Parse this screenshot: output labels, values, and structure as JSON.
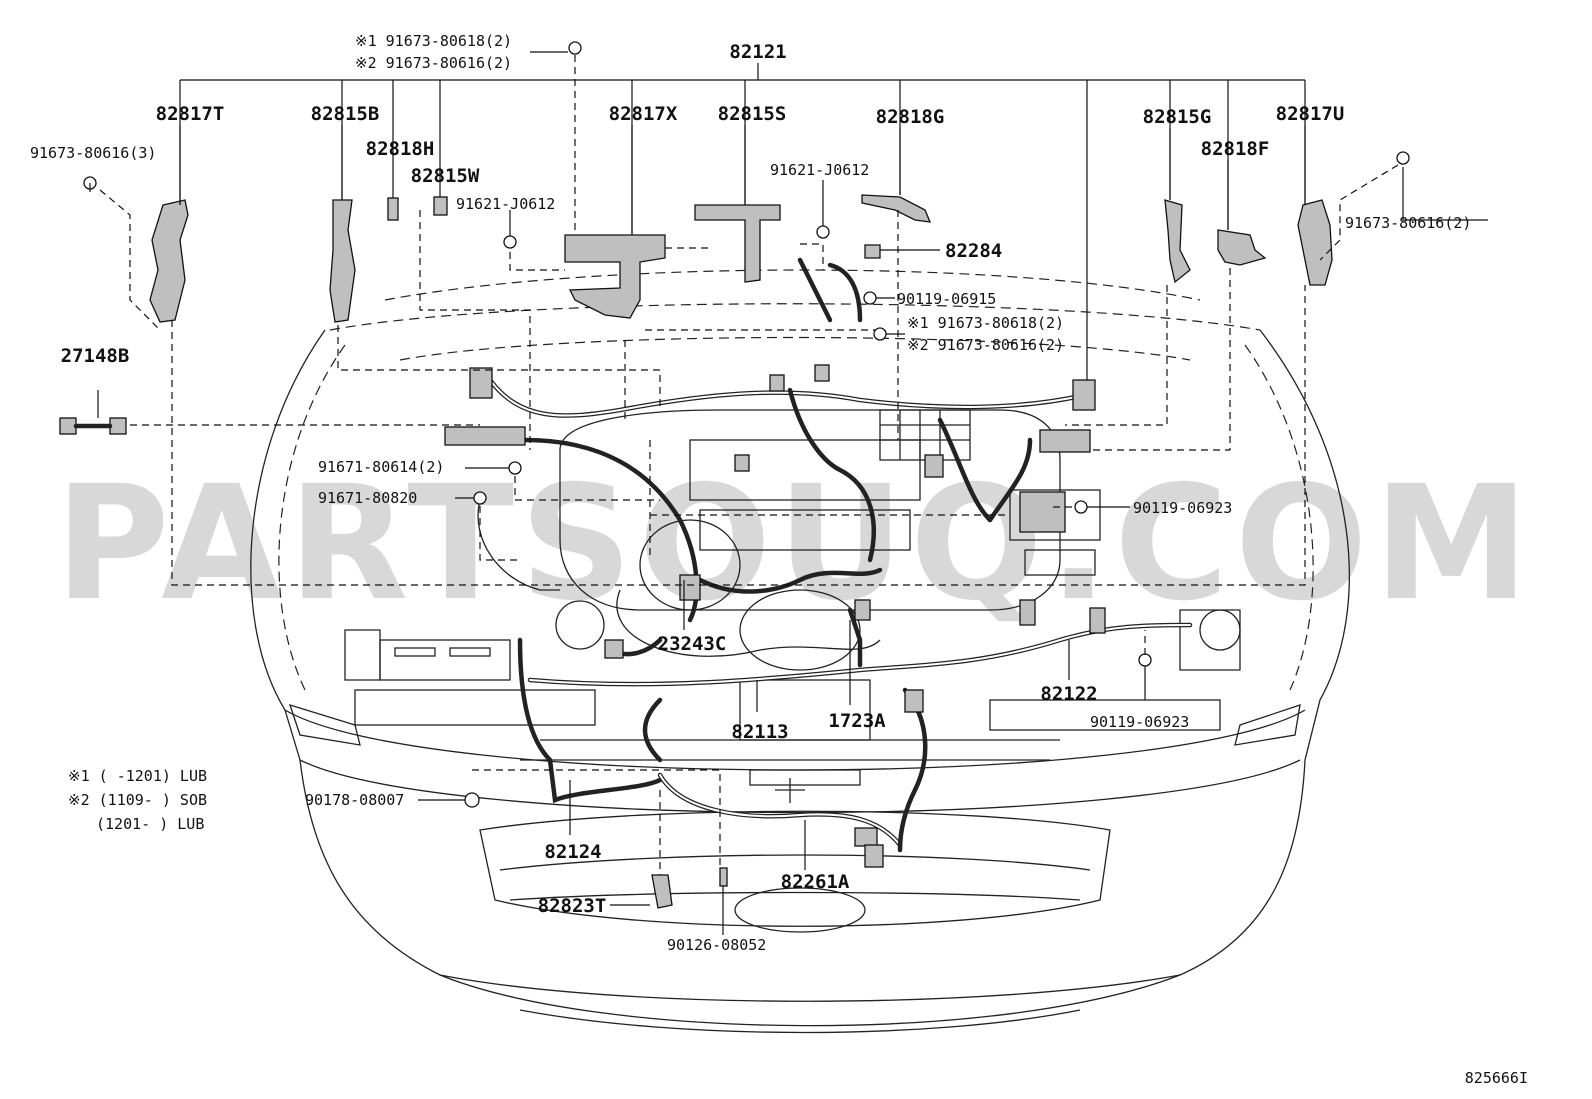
{
  "watermark": "PARTSOUQ.COM",
  "figure_id": "825666I",
  "labels": {
    "l82121": "82121",
    "l82817T": "82817T",
    "l82815B": "82815B",
    "l82818H": "82818H",
    "l82815W": "82815W",
    "l82817X": "82817X",
    "l82815S": "82815S",
    "l82818G": "82818G",
    "l82815G": "82815G",
    "l82818F": "82818F",
    "l82817U": "82817U",
    "l27148B": "27148B",
    "l82284": "82284",
    "l23243C": "23243C",
    "l82113": "82113",
    "l1723A": "1723A",
    "l82122": "82122",
    "l82124": "82124",
    "l82261A": "82261A",
    "l82823T": "82823T"
  },
  "fasteners": {
    "top_alt1": "※1 91673-80618(2)",
    "top_alt2": "※2 91673-80616(2)",
    "left_bolt": "91673-80616(3)",
    "right_bolt": "91673-80616(2)",
    "clip_91621_left": "91621-J0612",
    "clip_91621_mid": "91621-J0612",
    "b90119_06915": "90119-06915",
    "mid_alt1": "※1 91673-80618(2)",
    "mid_alt2": "※2 91673-80616(2)",
    "b91671_80614": "91671-80614(2)",
    "b91671_80820": "91671-80820",
    "b90119_06923_a": "90119-06923",
    "b90119_06923_b": "90119-06923",
    "b90178_08007": "90178-08007",
    "b90126_08052": "90126-08052"
  },
  "notes": {
    "n1": "※1 (      -1201) LUB",
    "n2": "※2 (1109-      ) SOB",
    "n3": "(1201-      ) LUB"
  }
}
